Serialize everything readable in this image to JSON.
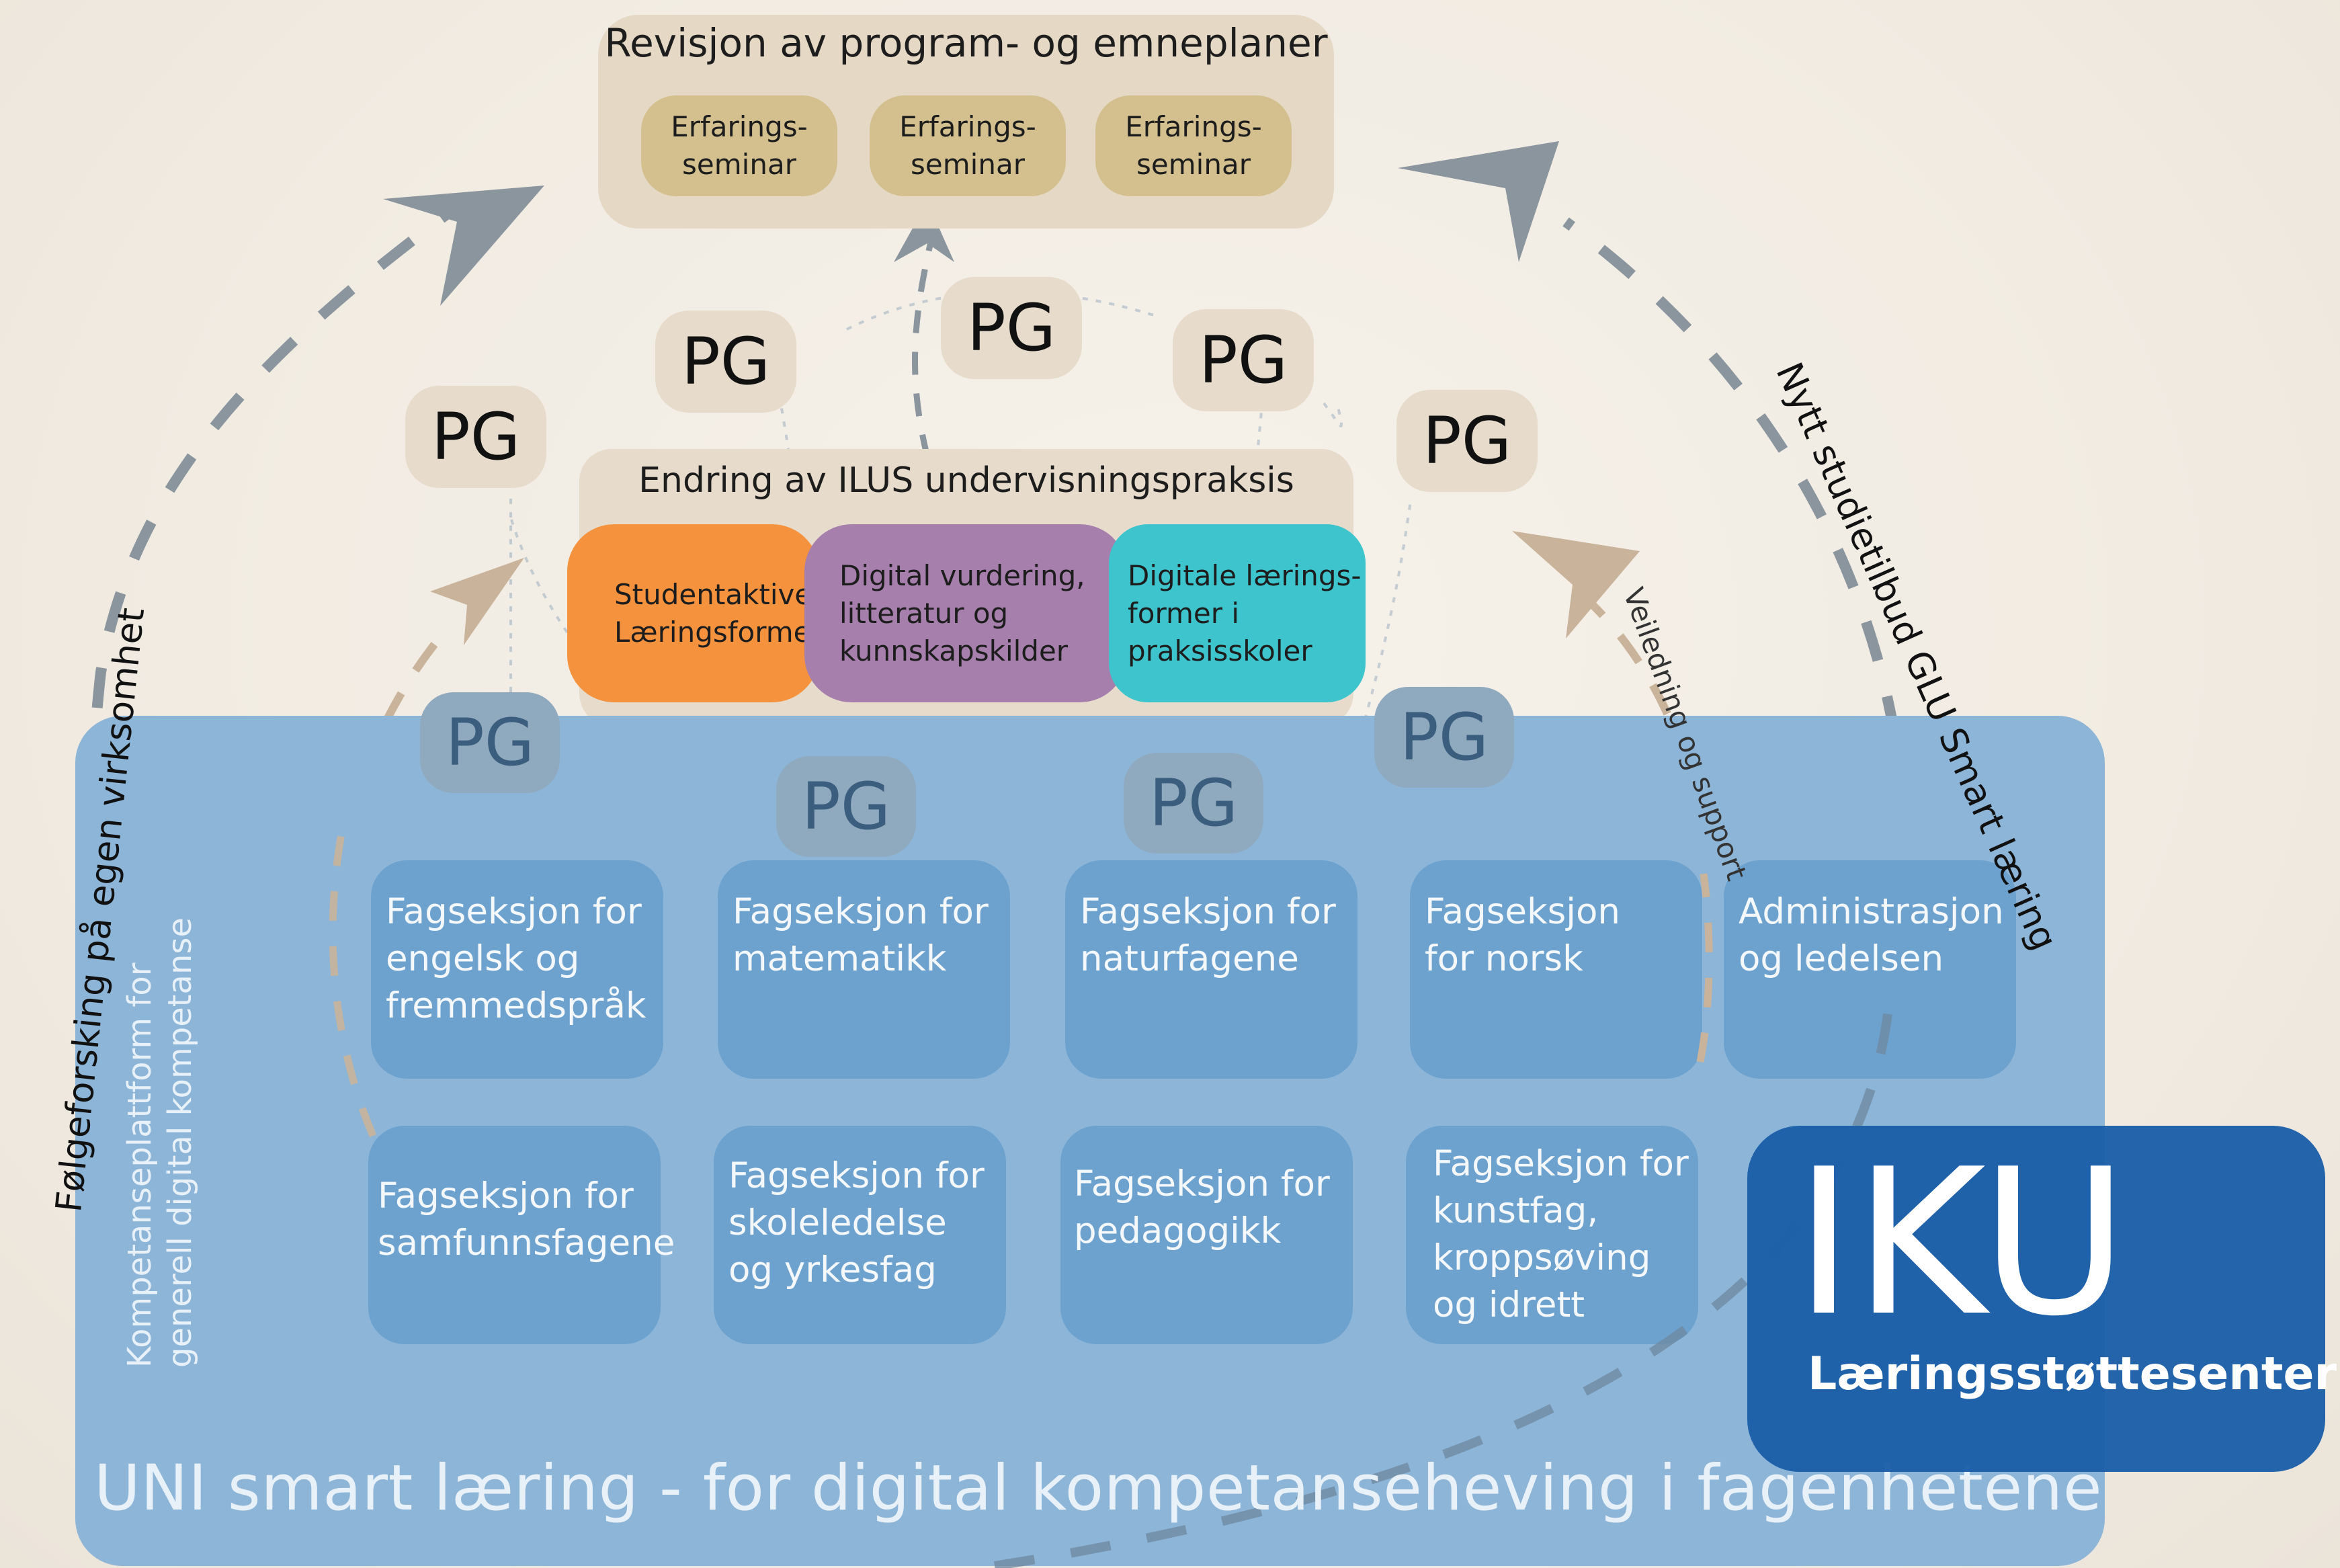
{
  "revision": {
    "title": "Revisjon av program- og emneplaner",
    "seminars": [
      "Erfarings-\nseminar",
      "Erfarings-\nseminar",
      "Erfarings-\nseminar"
    ]
  },
  "pg_label": "PG",
  "change": {
    "title": "Endring av ILUS undervisningspraksis",
    "pills": [
      {
        "text": "Studentaktive\nLæringsformer",
        "color": "#f5923e"
      },
      {
        "text": "Digital vurdering,\nlitteratur og\nkunnskapskilder",
        "color": "#a67fad"
      },
      {
        "text": "Digitale lærings-\nformer i\npraksisskoler",
        "color": "#3ec4cc"
      }
    ]
  },
  "sections_row1": [
    "Fagseksjon for\nengelsk og\nfremmedspråk",
    "Fagseksjon for\nmatematikk",
    "Fagseksjon for\nnaturfagene",
    "Fagseksjon\nfor norsk",
    "Administrasjon\nog ledelsen"
  ],
  "sections_row2": [
    "Fagseksjon for\nsamfunnsfagene",
    "Fagseksjon for\nskoleledelse\nog yrkesfag",
    "Fagseksjon for\npedagogikk",
    "Fagseksjon for\nkunstfag,\nkroppsøving\nog idrett"
  ],
  "bottom_title": "UNI smart læring - for digital kompetanseheving i fagenhetene",
  "iku": {
    "title": "IKU",
    "subtitle": "Læringsstøttesenter"
  },
  "side_labels": {
    "left_outer": "Følgeforsking på egen virksomhet",
    "left_inner": "Kompetanseplattform for\ngenerell digital kompetanse",
    "right_outer": "Nytt studietilbud GLU Smart læring",
    "right_inner": "Veiledning og support"
  },
  "colors": {
    "background": "#f3eee6",
    "panel_blue": "#8cb5d8",
    "section_blue": "#6da2cf",
    "iku_blue": "#1c5fa8",
    "beige_box": "#e5d9c6",
    "seminar": "#d3c08e",
    "arrow_grey": "#8b959e",
    "arrow_tan": "#c9b49b"
  }
}
